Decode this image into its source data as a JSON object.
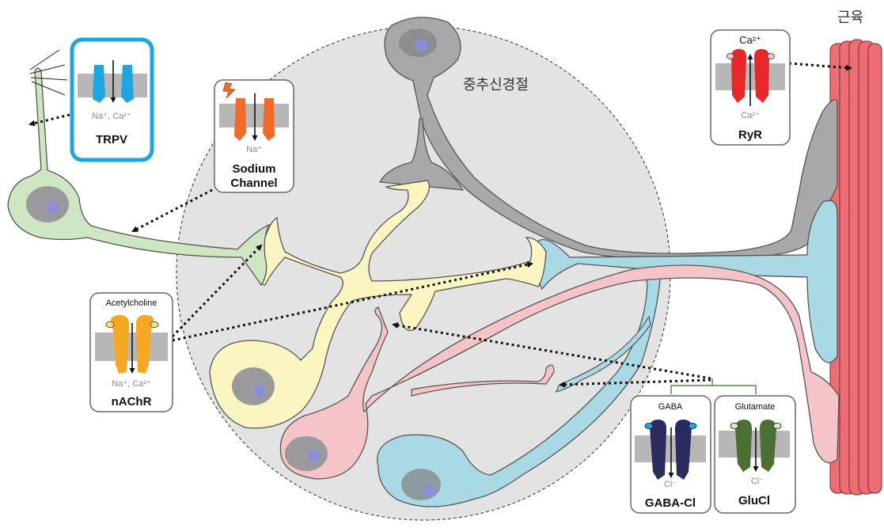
{
  "regions": {
    "cns": "중추신경절",
    "muscle": "근육"
  },
  "channels": {
    "trpv": {
      "name": "TRPV",
      "ions": "Na⁺, Ca²⁺",
      "color": "#1ea6e0"
    },
    "sodium": {
      "name_line1": "Sodium",
      "name_line2": "Channel",
      "ions": "Na⁺",
      "color": "#f26b2a"
    },
    "nachr": {
      "name": "nAChR",
      "ligand": "Acetylcholine",
      "ions": "Na⁺, Ca²⁺",
      "color": "#f7a823"
    },
    "ryr": {
      "name": "RyR",
      "ion_top": "Ca²⁺",
      "ion_bottom": "Ca²⁺",
      "color": "#e8272b"
    },
    "gabacl": {
      "name": "GABA-Cl",
      "ligand": "GABA",
      "ions": "Cl⁻",
      "color": "#2a2c5e"
    },
    "glucl": {
      "name": "GluCl",
      "ligand": "Glutamate",
      "ions": "Cl⁻",
      "color": "#4c7034"
    }
  },
  "neuron_colors": {
    "sensory": "#cfe6c3",
    "inter": "#fbf5c2",
    "motor_gray": "#a8a8aa",
    "motor_blue": "#a9d9e4",
    "inhib_pink": "#f5c4c8",
    "muscle": "#ec6e74",
    "cns_fill": "#e3e3e3"
  }
}
